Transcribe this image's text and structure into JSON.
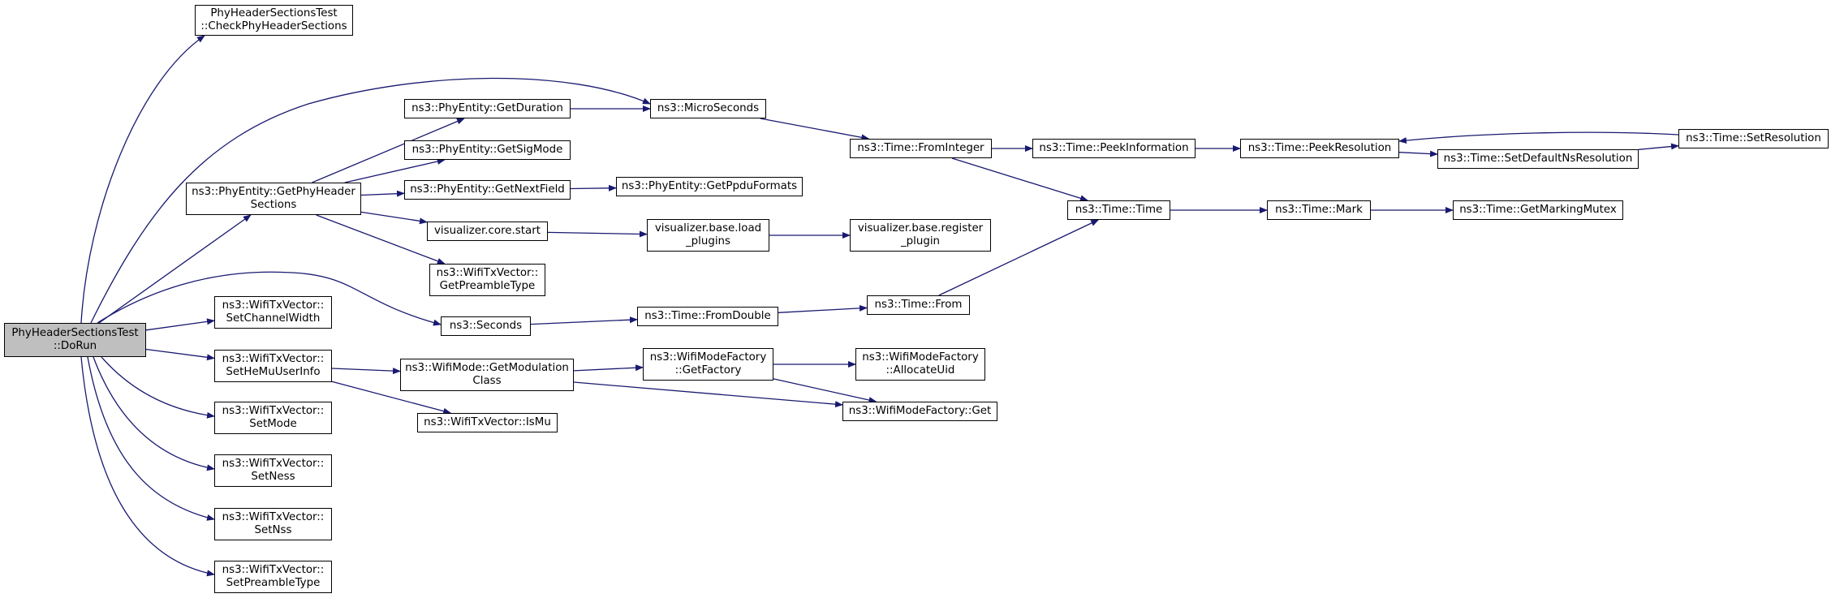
{
  "graph": {
    "root": "n_dorun",
    "nodes": {
      "n_dorun": {
        "label": "PhyHeaderSectionsTest\n::DoRun",
        "name": "node-do-run"
      },
      "n_check": {
        "label": "PhyHeaderSectionsTest\n::CheckPhyHeaderSections",
        "name": "node-check-phy-header-sections"
      },
      "n_getphy": {
        "label": "ns3::PhyEntity::GetPhyHeader\nSections",
        "name": "node-get-phy-header-sections"
      },
      "n_setchw": {
        "label": "ns3::WifiTxVector::\nSetChannelWidth",
        "name": "node-set-channel-width"
      },
      "n_sethemu": {
        "label": "ns3::WifiTxVector::\nSetHeMuUserInfo",
        "name": "node-set-he-mu-user-info"
      },
      "n_setmode": {
        "label": "ns3::WifiTxVector::\nSetMode",
        "name": "node-set-mode"
      },
      "n_setness": {
        "label": "ns3::WifiTxVector::\nSetNess",
        "name": "node-set-ness"
      },
      "n_setnss": {
        "label": "ns3::WifiTxVector::\nSetNss",
        "name": "node-set-nss"
      },
      "n_setpre": {
        "label": "ns3::WifiTxVector::\nSetPreambleType",
        "name": "node-set-preamble-type"
      },
      "n_getdur": {
        "label": "ns3::PhyEntity::GetDuration",
        "name": "node-get-duration"
      },
      "n_getsig": {
        "label": "ns3::PhyEntity::GetSigMode",
        "name": "node-get-sig-mode"
      },
      "n_getnext": {
        "label": "ns3::PhyEntity::GetNextField",
        "name": "node-get-next-field"
      },
      "n_vstart": {
        "label": "visualizer.core.start",
        "name": "node-visualizer-core-start"
      },
      "n_getpretype": {
        "label": "ns3::WifiTxVector::\nGetPreambleType",
        "name": "node-get-preamble-type"
      },
      "n_seconds": {
        "label": "ns3::Seconds",
        "name": "node-seconds"
      },
      "n_getmodcls": {
        "label": "ns3::WifiMode::GetModulation\nClass",
        "name": "node-get-modulation-class"
      },
      "n_ismu": {
        "label": "ns3::WifiTxVector::IsMu",
        "name": "node-is-mu"
      },
      "n_micro": {
        "label": "ns3::MicroSeconds",
        "name": "node-micro-seconds"
      },
      "n_getppdu": {
        "label": "ns3::PhyEntity::GetPpduFormats",
        "name": "node-get-ppdu-formats"
      },
      "n_vload": {
        "label": "visualizer.base.load\n_plugins",
        "name": "node-visualizer-load-plugins"
      },
      "n_fromdouble": {
        "label": "ns3::Time::FromDouble",
        "name": "node-from-double"
      },
      "n_getfactory": {
        "label": "ns3::WifiModeFactory\n::GetFactory",
        "name": "node-get-factory"
      },
      "n_fromint": {
        "label": "ns3::Time::FromInteger",
        "name": "node-from-integer"
      },
      "n_vreg": {
        "label": "visualizer.base.register\n_plugin",
        "name": "node-visualizer-register-plugin"
      },
      "n_from": {
        "label": "ns3::Time::From",
        "name": "node-time-from"
      },
      "n_alloc": {
        "label": "ns3::WifiModeFactory\n::AllocateUid",
        "name": "node-allocate-uid"
      },
      "n_wmfget": {
        "label": "ns3::WifiModeFactory::Get",
        "name": "node-wifi-mode-factory-get"
      },
      "n_peekinfo": {
        "label": "ns3::Time::PeekInformation",
        "name": "node-peek-information"
      },
      "n_time": {
        "label": "ns3::Time::Time",
        "name": "node-time-time"
      },
      "n_peekres": {
        "label": "ns3::Time::PeekResolution",
        "name": "node-peek-resolution"
      },
      "n_mark": {
        "label": "ns3::Time::Mark",
        "name": "node-time-mark"
      },
      "n_setdefns": {
        "label": "ns3::Time::SetDefaultNsResolution",
        "name": "node-set-default-ns-resolution"
      },
      "n_getmarkmtx": {
        "label": "ns3::Time::GetMarkingMutex",
        "name": "node-get-marking-mutex"
      },
      "n_setres": {
        "label": "ns3::Time::SetResolution",
        "name": "node-set-resolution"
      }
    },
    "edges": [
      [
        "n_dorun",
        "n_check"
      ],
      [
        "n_dorun",
        "n_micro"
      ],
      [
        "n_dorun",
        "n_getphy"
      ],
      [
        "n_dorun",
        "n_seconds"
      ],
      [
        "n_dorun",
        "n_setchw"
      ],
      [
        "n_dorun",
        "n_sethemu"
      ],
      [
        "n_dorun",
        "n_setmode"
      ],
      [
        "n_dorun",
        "n_setness"
      ],
      [
        "n_dorun",
        "n_setnss"
      ],
      [
        "n_dorun",
        "n_setpre"
      ],
      [
        "n_getphy",
        "n_getdur"
      ],
      [
        "n_getphy",
        "n_getsig"
      ],
      [
        "n_getphy",
        "n_getnext"
      ],
      [
        "n_getphy",
        "n_vstart"
      ],
      [
        "n_getphy",
        "n_getpretype"
      ],
      [
        "n_getdur",
        "n_micro"
      ],
      [
        "n_getnext",
        "n_getppdu"
      ],
      [
        "n_vstart",
        "n_vload"
      ],
      [
        "n_vload",
        "n_vreg"
      ],
      [
        "n_micro",
        "n_fromint"
      ],
      [
        "n_fromint",
        "n_peekinfo"
      ],
      [
        "n_fromint",
        "n_time"
      ],
      [
        "n_peekinfo",
        "n_peekres"
      ],
      [
        "n_peekres",
        "n_setdefns"
      ],
      [
        "n_setdefns",
        "n_setres"
      ],
      [
        "n_setres",
        "n_peekres"
      ],
      [
        "n_time",
        "n_mark"
      ],
      [
        "n_mark",
        "n_getmarkmtx"
      ],
      [
        "n_seconds",
        "n_fromdouble"
      ],
      [
        "n_fromdouble",
        "n_from"
      ],
      [
        "n_from",
        "n_time"
      ],
      [
        "n_sethemu",
        "n_getmodcls"
      ],
      [
        "n_sethemu",
        "n_ismu"
      ],
      [
        "n_getmodcls",
        "n_getfactory"
      ],
      [
        "n_getmodcls",
        "n_wmfget"
      ],
      [
        "n_getfactory",
        "n_alloc"
      ],
      [
        "n_getfactory",
        "n_wmfget"
      ]
    ]
  },
  "colors": {
    "edge": "#191970",
    "node_border": "#000000",
    "root_fill": "#bfbfbf",
    "node_fill": "#ffffff"
  }
}
